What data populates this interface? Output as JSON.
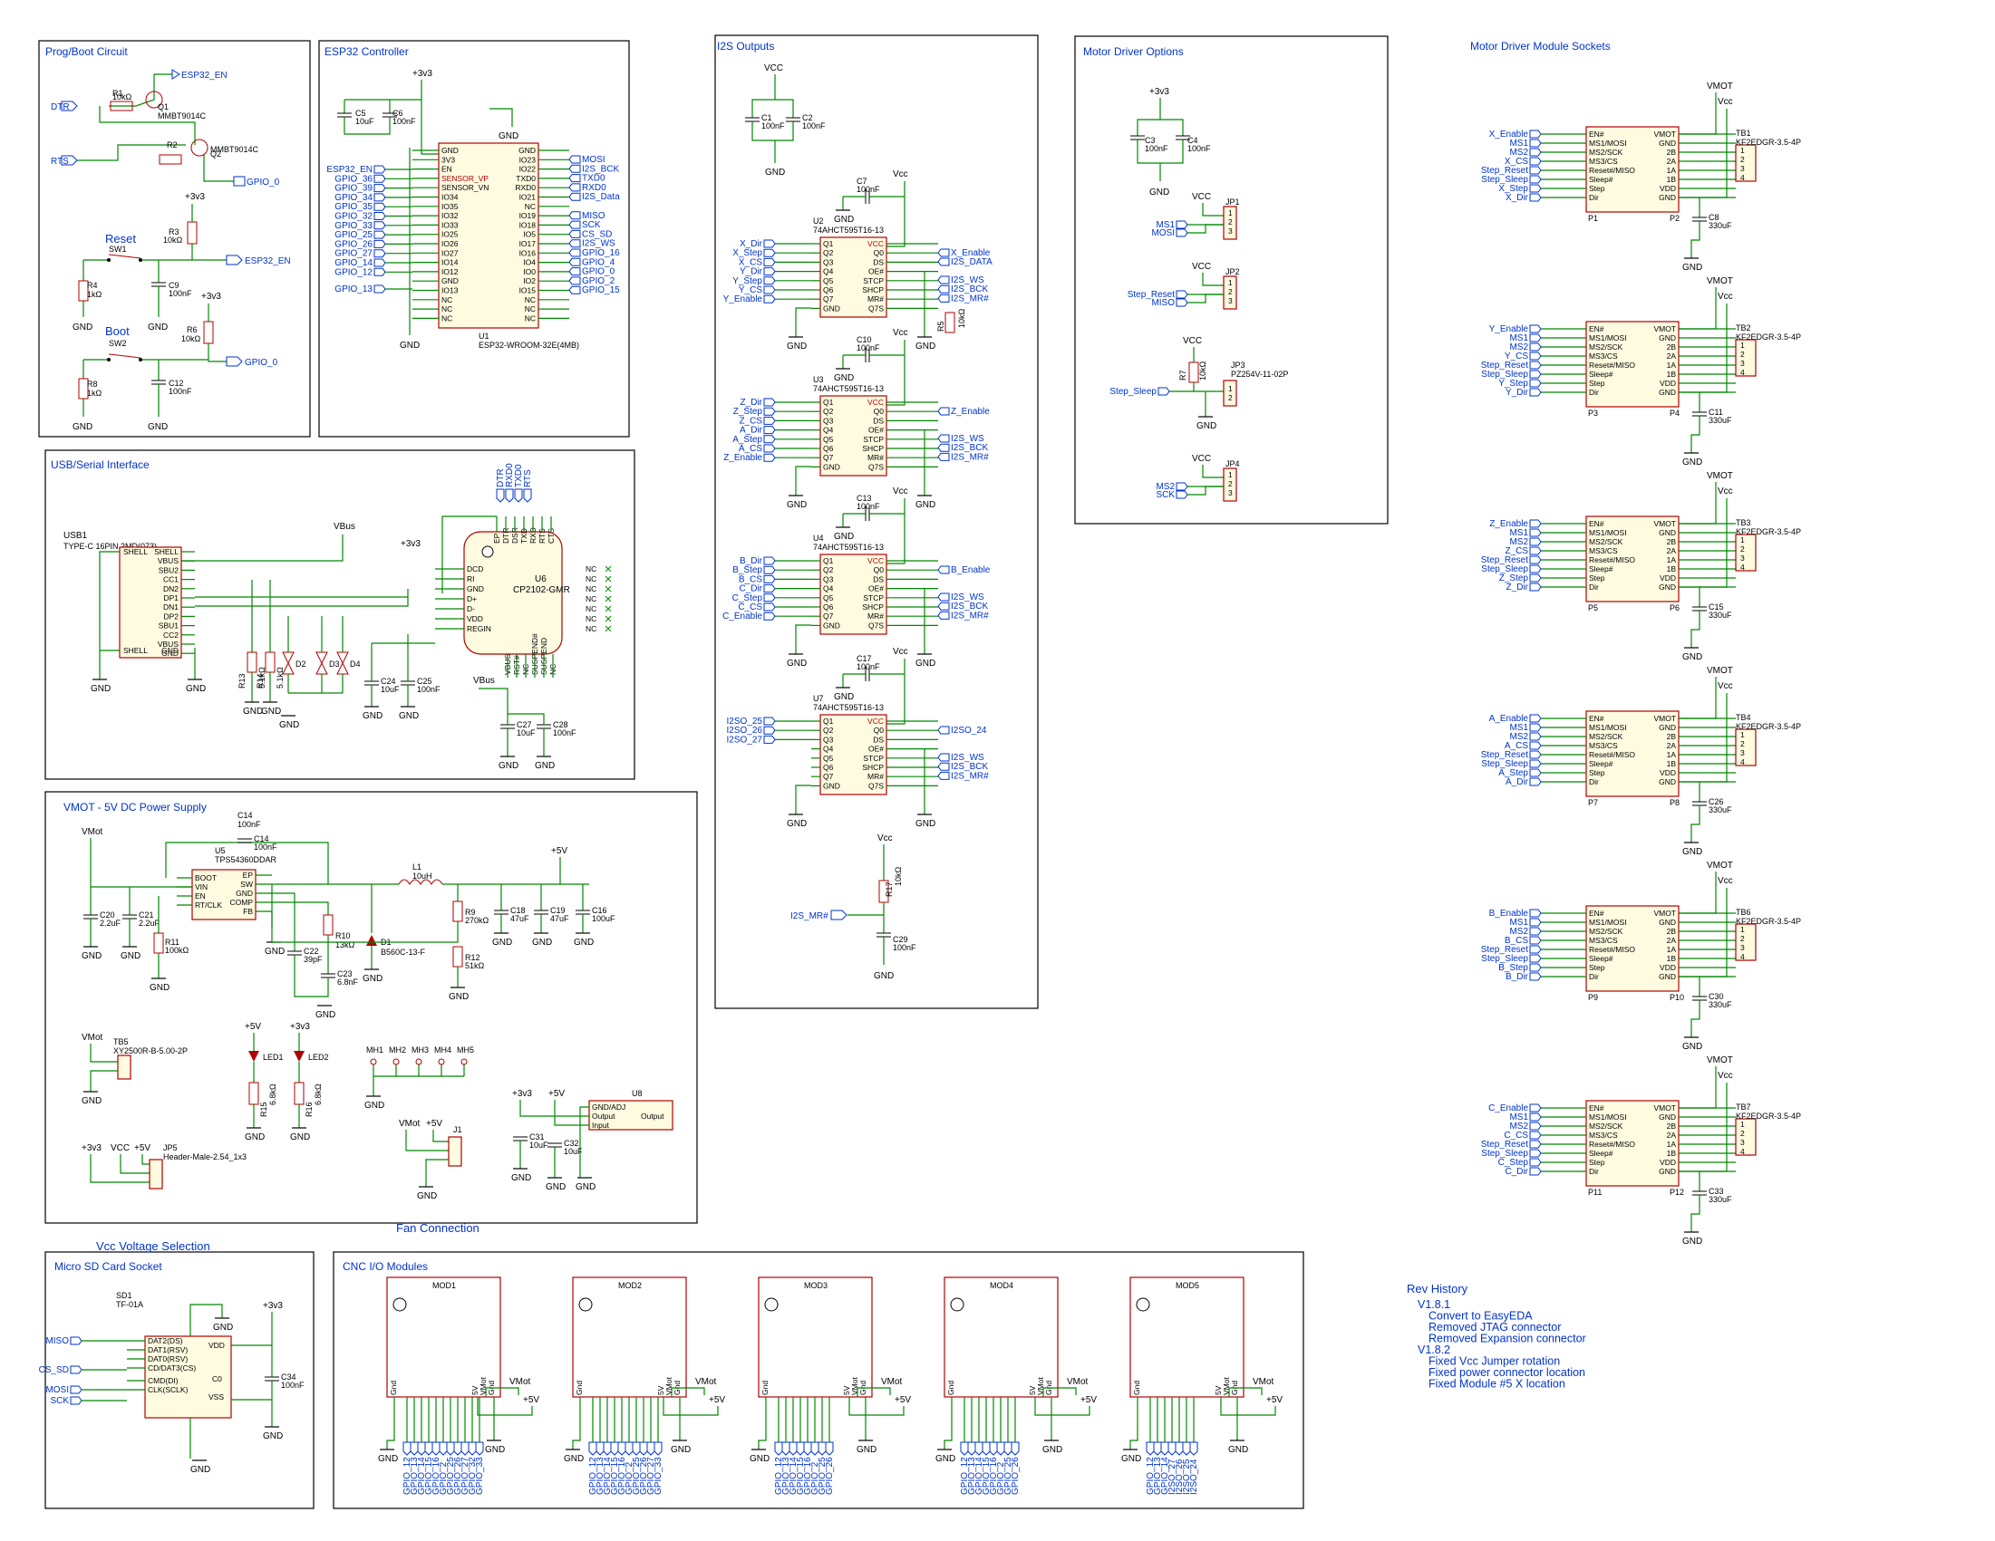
{
  "frames": {
    "prog_boot": "Prog/Boot Circuit",
    "esp32": "ESP32 Controller",
    "i2s": "I2S Outputs",
    "motor_opts": "Motor Driver Options",
    "motor_sockets": "Motor Driver Module Sockets",
    "usb": "USB/Serial Interface",
    "vmot": "VMOT - 5V DC Power Supply",
    "sd": "Micro SD Card Socket",
    "cnc": "CNC I/O Modules"
  },
  "prog_boot": {
    "labels": [
      "ESP32_EN",
      "DTR",
      "RTS",
      "GPIO_0",
      "ESP32_EN",
      "GPIO_0"
    ],
    "reset_label": "Reset",
    "boot_label": "Boot",
    "refs": [
      "R1",
      "10kΩ",
      "Q1",
      "MMBT9014C",
      "R2",
      "10kΩ",
      "Q2",
      "MMBT9014C",
      "R3",
      "10kΩ",
      "SW1",
      "R4",
      "1kΩ",
      "C9",
      "100nF",
      "R6",
      "10kΩ",
      "SW2",
      "R8",
      "1kΩ",
      "C12",
      "100nF"
    ],
    "pwr": [
      "+3v3",
      "+3v3",
      "GND",
      "GND",
      "GND",
      "GND"
    ]
  },
  "esp32": {
    "name": "U1",
    "part": "ESP32-WROOM-32E(4MB)",
    "left_labels": [
      "ESP32_EN",
      "GPIO_36",
      "GPIO_39",
      "GPIO_34",
      "GPIO_35",
      "GPIO_32",
      "GPIO_33",
      "GPIO_25",
      "GPIO_26",
      "GPIO_27",
      "GPIO_14",
      "GPIO_12",
      "GPIO_13"
    ],
    "left_pins": [
      "GND",
      "3V3",
      "EN",
      "SENSOR_VP",
      "SENSOR_VN",
      "IO34",
      "IO35",
      "IO32",
      "IO33",
      "IO25",
      "IO26",
      "IO27",
      "IO14",
      "IO12",
      "GND",
      "IO13",
      "NC",
      "NC",
      "NC"
    ],
    "right_pins": [
      "GND",
      "IO23",
      "IO22",
      "TXD0",
      "RXD0",
      "IO21",
      "NC",
      "IO19",
      "IO18",
      "IO5",
      "IO17",
      "IO16",
      "IO4",
      "IO0",
      "IO2",
      "IO15",
      "NC",
      "NC",
      "NC"
    ],
    "right_labels": [
      "MOSI",
      "I2S_BCK",
      "TXD0",
      "RXD0",
      "I2S_Data",
      "MISO",
      "SCK",
      "CS_SD",
      "I2S_WS",
      "GPIO_16",
      "GPIO_4",
      "GPIO_0",
      "GPIO_2",
      "GPIO_15"
    ],
    "caps": [
      "C5",
      "10uF",
      "C6",
      "100nF"
    ],
    "pwr": [
      "+3v3",
      "GND",
      "GND"
    ]
  },
  "i2s": {
    "top_caps": [
      "VCC",
      "C1",
      "100nF",
      "C2",
      "100nF",
      "GND"
    ],
    "chips": [
      {
        "ref": "U2",
        "part": "74AHCT595T16-13",
        "cap": "C7",
        "capv": "100nF",
        "inputs": [
          "X_Dir",
          "X_Step",
          "X_CS",
          "Y_Dir",
          "Y_Step",
          "Y_CS",
          "Y_Enable"
        ],
        "outputs": [
          "X_Enable",
          "I2S_DATA",
          "I2S_WS",
          "I2S_BCK",
          "I2S_MR#"
        ]
      },
      {
        "ref": "U3",
        "part": "74AHCT595T16-13",
        "cap": "C10",
        "capv": "100nF",
        "inputs": [
          "Z_Dir",
          "Z_Step",
          "Z_CS",
          "A_Dir",
          "A_Step",
          "A_CS",
          "Z_Enable"
        ],
        "outputs": [
          "Z_Enable",
          "I2S_WS",
          "I2S_BCK",
          "I2S_MR#"
        ]
      },
      {
        "ref": "U4",
        "part": "74AHCT595T16-13",
        "cap": "C13",
        "capv": "100nF",
        "inputs": [
          "B_Dir",
          "B_Step",
          "B_CS",
          "C_Dir",
          "C_Step",
          "C_CS",
          "C_Enable"
        ],
        "outputs": [
          "B_Enable",
          "I2S_WS",
          "I2S_BCK",
          "I2S_MR#"
        ]
      },
      {
        "ref": "U7",
        "part": "74AHCT595T16-13",
        "cap": "C17",
        "capv": "100nF",
        "inputs": [
          "I2SO_25",
          "I2SO_26",
          "I2SO_27"
        ],
        "outputs": [
          "I2SO_24",
          "I2S_WS",
          "I2S_BCK",
          "I2S_MR#"
        ]
      }
    ],
    "left_pins": [
      "Q1",
      "Q2",
      "Q3",
      "Q4",
      "Q5",
      "Q6",
      "Q7",
      "GND"
    ],
    "right_pins": [
      "VCC",
      "Q0",
      "DS",
      "OE#",
      "STCP",
      "SHCP",
      "MR#",
      "Q7S"
    ],
    "r5": [
      "R5",
      "10kΩ"
    ],
    "mr_label": "I2S_MR#",
    "r17": [
      "R17",
      "10kΩ",
      "C29",
      "100nF"
    ]
  },
  "motor_opts": {
    "cap": [
      "+3v3",
      "C3",
      "100nF",
      "C4",
      "100nF",
      "GND"
    ],
    "jp1": {
      "ref": "JP1",
      "pwr": "VCC",
      "nets": [
        "MS1",
        "MOSI"
      ]
    },
    "jp2": {
      "ref": "JP2",
      "pwr": "VCC",
      "nets": [
        "Step_Reset",
        "MISO"
      ]
    },
    "jp3": {
      "ref": "JP3",
      "part": "PZ254V-11-02P",
      "pwr": "VCC",
      "r": [
        "R7",
        "10kΩ"
      ],
      "net": "Step_Sleep"
    },
    "jp4": {
      "ref": "JP4",
      "pwr": "VCC",
      "nets": [
        "MS2",
        "SCK"
      ]
    }
  },
  "sockets": {
    "left_pins": [
      "EN#",
      "MS1/MOSI",
      "MS2/SCK",
      "MS3/CS",
      "Reset#/MISO",
      "Sleep#",
      "Step",
      "Dir"
    ],
    "right_pins": [
      "VMOT",
      "GND",
      "2B",
      "2A",
      "1A",
      "1B",
      "VDD",
      "GND"
    ],
    "terminal": "KF2EDGR-3.5-4P",
    "cap_value": "330uF",
    "rows": [
      {
        "nets": [
          "X_Enable",
          "MS1",
          "MS2",
          "X_CS",
          "Step_Reset",
          "Step_Sleep",
          "X_Step",
          "X_Dir"
        ],
        "p": "P1",
        "p2": "P2",
        "tb": "TB1",
        "cap": "C8"
      },
      {
        "nets": [
          "Y_Enable",
          "MS1",
          "MS2",
          "Y_CS",
          "Step_Reset",
          "Step_Sleep",
          "Y_Step",
          "Y_Dir"
        ],
        "p": "P3",
        "p2": "P4",
        "tb": "TB2",
        "cap": "C11"
      },
      {
        "nets": [
          "Z_Enable",
          "MS1",
          "MS2",
          "Z_CS",
          "Step_Reset",
          "Step_Sleep",
          "Z_Step",
          "Z_Dir"
        ],
        "p": "P5",
        "p2": "P6",
        "tb": "TB3",
        "cap": "C15"
      },
      {
        "nets": [
          "A_Enable",
          "MS1",
          "MS2",
          "A_CS",
          "Step_Reset",
          "Step_Sleep",
          "A_Step",
          "A_Dir"
        ],
        "p": "P7",
        "p2": "P8",
        "tb": "TB4",
        "cap": "C26"
      },
      {
        "nets": [
          "B_Enable",
          "MS1",
          "MS2",
          "B_CS",
          "Step_Reset",
          "Step_Sleep",
          "B_Step",
          "B_Dir"
        ],
        "p": "P9",
        "p2": "P10",
        "tb": "TB6",
        "cap": "C30"
      },
      {
        "nets": [
          "C_Enable",
          "MS1",
          "MS2",
          "C_CS",
          "Step_Reset",
          "Step_Sleep",
          "C_Step",
          "C_Dir"
        ],
        "p": "P11",
        "p2": "P12",
        "tb": "TB7",
        "cap": "C33"
      }
    ],
    "pwr": [
      "VMOT",
      "Vcc",
      "GND"
    ]
  },
  "usb": {
    "conn_ref": "USB1",
    "conn_part": "TYPE-C 16PIN 2MD(073)",
    "conn_pins": [
      "SHELL",
      "VBUS",
      "SBU2",
      "CC1",
      "DN2",
      "DP1",
      "DN1",
      "DP2",
      "SBU1",
      "CC2",
      "VBUS",
      "GND",
      "SHELL",
      "GND"
    ],
    "chip_ref": "U6",
    "chip_part": "CP2102-GMR",
    "chip_left": [
      "DCD",
      "RI",
      "GND",
      "D+",
      "D-",
      "VDD",
      "REGIN"
    ],
    "chip_right": [
      "NC",
      "NC",
      "NC",
      "NC",
      "NC",
      "NC",
      "NC"
    ],
    "chip_top": [
      "EP",
      "DTR",
      "DSR",
      "TXD",
      "RXD",
      "RTS",
      "CTS"
    ],
    "chip_bottom": [
      "VBUS",
      "RST#",
      "NC",
      "SUSPEND#",
      "SUSPEND",
      "NC"
    ],
    "top_nets": [
      "DTR",
      "RXD0",
      "TXD0",
      "RTS"
    ],
    "refs": [
      "R13",
      "5.1kΩ",
      "R14",
      "5.1kΩ",
      "D2",
      "D3",
      "D4",
      "C24",
      "10uF",
      "C25",
      "100nF",
      "C27",
      "10uF",
      "C28",
      "100nF"
    ],
    "vbus": "VBus",
    "pwr": [
      "+3v3"
    ]
  },
  "vmot": {
    "input": "VMot",
    "u5": [
      "U5",
      "TPS54360DDAR"
    ],
    "u5_left": [
      "BOOT",
      "VIN",
      "EN",
      "RT/CLK"
    ],
    "u5_right": [
      "EP",
      "SW",
      "GND",
      "COMP",
      "FB"
    ],
    "refs": [
      "C14",
      "100nF",
      "C20",
      "2.2uF",
      "C21",
      "2.2uF",
      "R11",
      "100kΩ",
      "L1",
      "10uH",
      "R10",
      "13kΩ",
      "C22",
      "39pF",
      "C23",
      "6.8nF",
      "D1",
      "B560C-13-F",
      "R9",
      "270kΩ",
      "R12",
      "51kΩ",
      "C18",
      "47uF",
      "C19",
      "47uF",
      "C16",
      "100uF"
    ],
    "out": "+5V",
    "tb5": [
      "TB5",
      "XY2500R-B-5.00-2P"
    ],
    "leds": [
      "LED1",
      "R15",
      "6.8kΩ",
      "LED2",
      "R16",
      "6.8kΩ"
    ],
    "jp5": [
      "JP5",
      "Header-Male-2.54_1x3"
    ],
    "vcc_select": "Vcc Voltage Selection",
    "mh": [
      "MH1",
      "MH2",
      "MH3",
      "MH4",
      "MH5"
    ],
    "j1": "J1",
    "fan": "Fan Connection",
    "u8": [
      "U8",
      "GND/ADJ",
      "Output",
      "Output",
      "Input"
    ],
    "u8_caps": [
      "C31",
      "10uF",
      "C32",
      "10uF"
    ],
    "pwr": [
      "VMot",
      "+5V",
      "+3v3",
      "VCC",
      "GND"
    ]
  },
  "sd": {
    "ref": "SD1",
    "part": "TF-01A",
    "pins": [
      "DAT2(DS)",
      "DAT1(RSV)",
      "DAT0(RSV)",
      "CD/DAT3(CS)",
      "CMD(DI)",
      "CLK(SCLK)",
      "VDD",
      "C0",
      "VSS",
      "GND",
      "GND"
    ],
    "nets": [
      "MISO",
      "CS_SD",
      "MOSI",
      "SCK"
    ],
    "cap": [
      "C34",
      "100nF"
    ],
    "pwr": [
      "+3v3",
      "GND"
    ]
  },
  "cnc": {
    "modules": [
      {
        "name": "MOD1",
        "pins": [
          "GPIO_12",
          "GPIO_13",
          "GPIO_14",
          "GPIO_15",
          "GPIO_16",
          "GPIO_2",
          "GPIO_25",
          "GPIO_26",
          "GPIO_27",
          "GPIO_32",
          "GPIO_33"
        ]
      },
      {
        "name": "MOD2",
        "pins": [
          "GPIO_12",
          "GPIO_13",
          "GPIO_14",
          "GPIO_15",
          "GPIO_16",
          "GPIO_2",
          "GPIO_25",
          "GPIO_26",
          "GPIO_27",
          "GPIO_33"
        ]
      },
      {
        "name": "MOD3",
        "pins": [
          "GPIO_12",
          "GPIO_13",
          "GPIO_14",
          "GPIO_15",
          "GPIO_16",
          "GPIO_2",
          "GPIO_25",
          "GPIO_26"
        ]
      },
      {
        "name": "MOD4",
        "pins": [
          "GPIO_12",
          "GPIO_13",
          "GPIO_14",
          "GPIO_15",
          "GPIO_16",
          "GPIO_2",
          "GPIO_25",
          "GPIO_26"
        ]
      },
      {
        "name": "MOD5",
        "pins": [
          "GPIO_12",
          "GPIO_13",
          "GPIO_14",
          "I2SO_27",
          "I2SO_26",
          "I2SO_25",
          "I2SO_24"
        ]
      }
    ],
    "mod_pins": [
      "Gnd",
      "5V",
      "VMot",
      "Gnd"
    ],
    "pwr": [
      "VMot",
      "+5V",
      "GND"
    ]
  },
  "rev": {
    "title": "Rev History",
    "lines": [
      "V1.8.1",
      "Convert to EasyEDA",
      "Removed JTAG connector",
      "Removed Expansion connector",
      "V1.8.2",
      "Fixed Vcc Jumper rotation",
      "Fixed power connector location",
      "Fixed Module #5 X location"
    ]
  }
}
